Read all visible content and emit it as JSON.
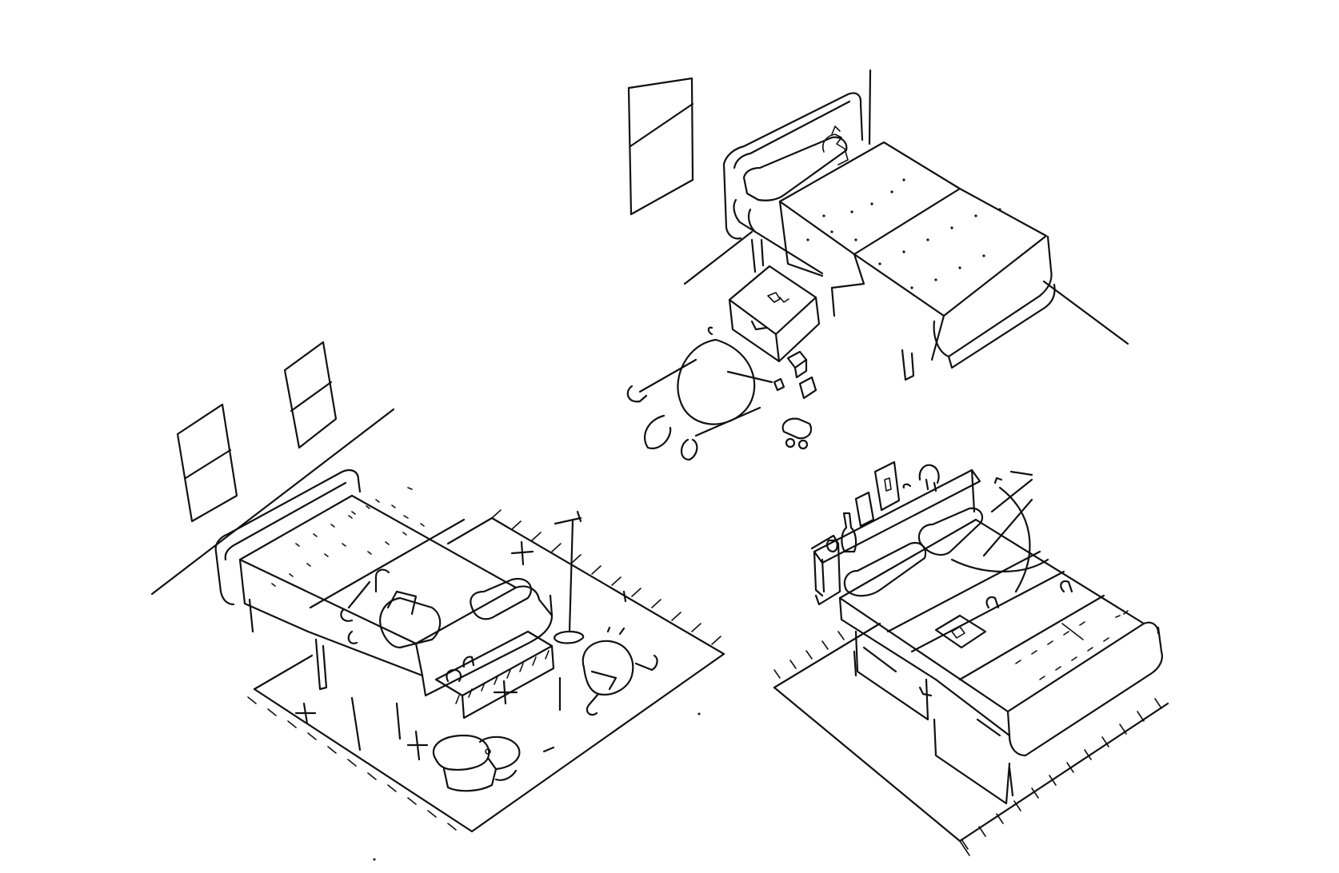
{
  "image": {
    "kind": "ink-sketch",
    "ink_color": "#111111",
    "paper_color": "#ffffff"
  },
  "scenes": [
    {
      "name": "bed-with-open-drawer",
      "objects": [
        "wall-window-icon",
        "bed-icon",
        "pillow-icon",
        "plush-toy-icon",
        "drawer-icon",
        "toy-blocks-icon",
        "scooter-icon",
        "toy-car-icon"
      ]
    },
    {
      "name": "bed-with-rug-and-lamp",
      "objects": [
        "wall-window-icon",
        "bed-icon",
        "bench-icon",
        "rug-icon",
        "floor-lamp-icon",
        "side-table-icon",
        "person-reading-icon",
        "person-sitting-icon"
      ]
    },
    {
      "name": "bed-with-shelf-headboard",
      "objects": [
        "bed-icon",
        "pillow-icon",
        "shelf-icon",
        "picture-frame-icon",
        "lamp-icon",
        "bottle-icon",
        "rug-icon",
        "storage-drawer-icon",
        "book-icon"
      ]
    }
  ]
}
